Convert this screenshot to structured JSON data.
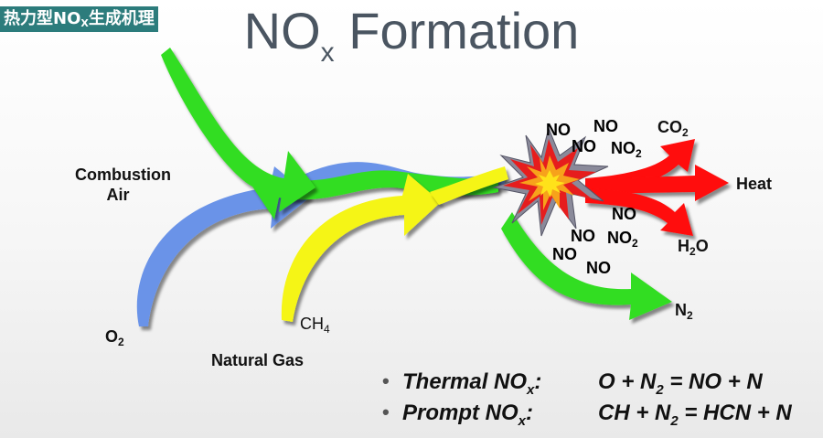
{
  "corner_label": {
    "pre": "热力型NO",
    "sub": "X",
    "post": "生成机理"
  },
  "title": {
    "main": "NO",
    "sub": "x",
    "rest": " Formation"
  },
  "inputs": {
    "air": "Combustion Air",
    "o2": {
      "main": "O",
      "sub": "2"
    },
    "ch4": {
      "main": "CH",
      "sub": "4"
    },
    "gas": "Natural Gas"
  },
  "outputs": {
    "co2": {
      "main": "CO",
      "sub": "2"
    },
    "heat": "Heat",
    "h2o": {
      "pre": "H",
      "sub": "2",
      "post": "O"
    },
    "n2": {
      "main": "N",
      "sub": "2"
    }
  },
  "nox_labels": {
    "no1": "NO",
    "no2": "NO",
    "no3": "NO",
    "no2a": {
      "main": "NO",
      "sub": "2"
    },
    "no4": "NO",
    "no5": "NO",
    "no2b": {
      "main": "NO",
      "sub": "2"
    },
    "no6": "NO",
    "no7": "NO"
  },
  "bullets": [
    {
      "dot": "•",
      "pre": "Thermal NO",
      "sub": "x",
      "post": ":",
      "eq": {
        "a": "O + N",
        "sub": "2",
        "b": " = NO + N"
      }
    },
    {
      "dot": "•",
      "pre": "Prompt NO",
      "sub": "x",
      "post": ":",
      "eq": {
        "a": "CH + N",
        "sub": "2",
        "b": " = HCN + N"
      }
    }
  ],
  "colors": {
    "air": "#6a93e8",
    "fuel": "#f5f515",
    "nitrogen": "#33dd22",
    "heat": "#ff1111",
    "star_outer": "#8a8a9a",
    "star_inner": "#f2541a",
    "title": "#4a5561"
  }
}
